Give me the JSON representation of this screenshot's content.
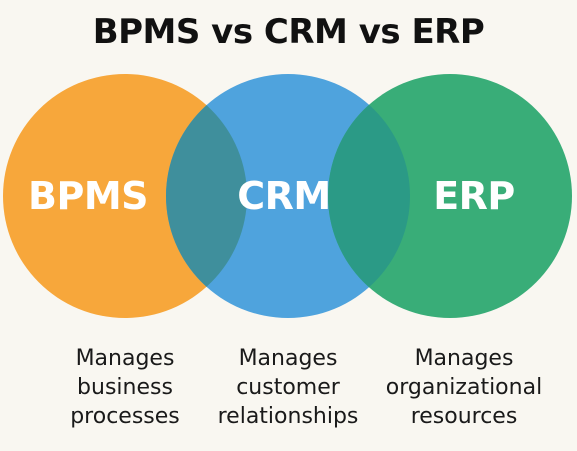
{
  "title": "BPMS vs CRM vs ERP",
  "colors": {
    "bpms": "#f7a73b",
    "crm": "#4fa3dd",
    "erp": "#39ad78",
    "overlap_bpms_crm": "#3f8f9c",
    "overlap_crm_erp": "#2b9a86",
    "background": "#f9f7f1"
  },
  "sets": [
    {
      "id": "bpms",
      "label": "BPMS",
      "description": [
        "Manages",
        "business",
        "processes"
      ]
    },
    {
      "id": "crm",
      "label": "CRM",
      "description": [
        "Manages",
        "customer",
        "relationships"
      ]
    },
    {
      "id": "erp",
      "label": "ERP",
      "description": [
        "Manages",
        "organizational",
        "resources"
      ]
    }
  ]
}
